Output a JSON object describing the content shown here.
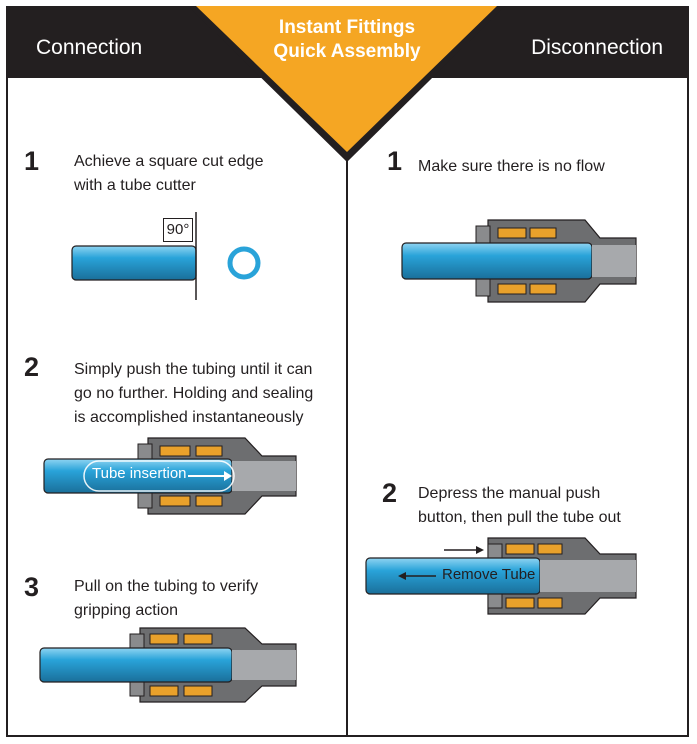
{
  "header": {
    "left_title": "Connection",
    "right_title": "Disconnection",
    "center_title_line1": "Instant Fittings",
    "center_title_line2": "Quick Assembly"
  },
  "colors": {
    "dark": "#231f20",
    "accent_orange": "#f5a623",
    "tube_blue": "#29a3d9",
    "brass": "#e9a12b",
    "fitting_gray": "#6d6e70"
  },
  "connection": {
    "steps": [
      {
        "number": "1",
        "text": "Achieve a square cut edge\nwith a tube cutter",
        "angle_label": "90°"
      },
      {
        "number": "2",
        "text": "Simply push the tubing until it can\ngo no further. Holding and sealing\nis accomplished instantaneously",
        "arrow_label": "Tube insertion"
      },
      {
        "number": "3",
        "text": "Pull on the tubing to verify\ngripping action"
      }
    ]
  },
  "disconnection": {
    "steps": [
      {
        "number": "1",
        "text": "Make sure there is no flow"
      },
      {
        "number": "2",
        "text": "Depress the manual push\nbutton, then pull the tube out",
        "arrow_label": "Remove Tube"
      }
    ]
  }
}
